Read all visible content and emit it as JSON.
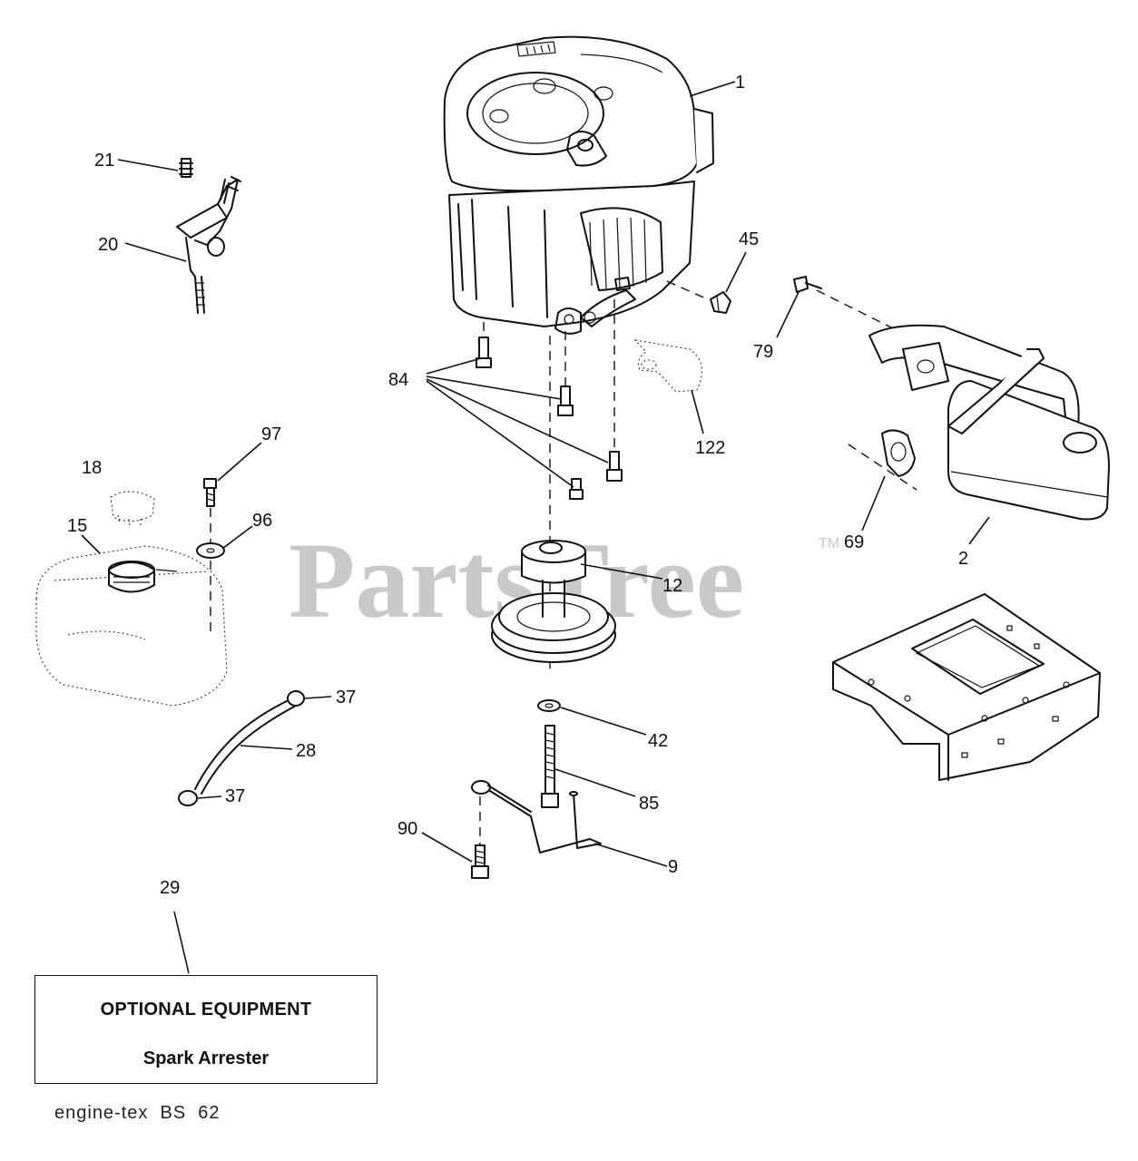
{
  "watermark": {
    "text": "PartsTree",
    "tm": "TM"
  },
  "callouts": {
    "c1": "1",
    "c2": "2",
    "c9": "9",
    "c12": "12",
    "c15": "15",
    "c18": "18",
    "c20": "20",
    "c21": "21",
    "c28": "28",
    "c29": "29",
    "c37a": "37",
    "c37b": "37",
    "c42": "42",
    "c45": "45",
    "c69": "69",
    "c79": "79",
    "c84": "84",
    "c85": "85",
    "c90": "90",
    "c96": "96",
    "c97": "97",
    "c122": "122"
  },
  "optional_box": {
    "title": "OPTIONAL EQUIPMENT",
    "item": "Spark Arrester"
  },
  "footer": {
    "code": "engine-tex  BS  62"
  }
}
